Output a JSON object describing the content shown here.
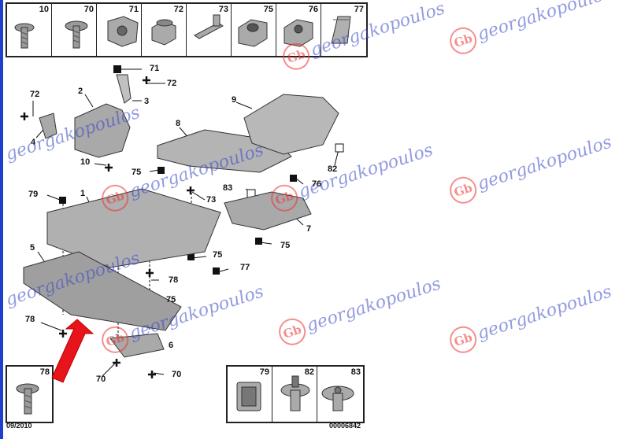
{
  "top_table": {
    "labels": [
      "10",
      "70",
      "71",
      "72",
      "73",
      "75",
      "76",
      "77"
    ]
  },
  "bottom_left_table": {
    "labels": [
      "78"
    ]
  },
  "bottom_right_table": {
    "labels": [
      "79",
      "82",
      "83"
    ]
  },
  "callouts": {
    "c71": "71",
    "c72a": "72",
    "c3": "3",
    "c2": "2",
    "c72b": "72",
    "c4": "4",
    "c10": "10",
    "c8": "8",
    "c9": "9",
    "c75a": "75",
    "c76": "76",
    "c82": "82",
    "c83": "83",
    "c79": "79",
    "c1": "1",
    "c73": "73",
    "c7": "7",
    "c75b": "75",
    "c75c": "75",
    "c5": "5",
    "c77": "77",
    "c78a": "78",
    "c75d": "75",
    "c78b": "78",
    "c6": "6",
    "c70a": "70",
    "c70b": "70"
  },
  "footer": {
    "date": "09/2010",
    "code": "00006842"
  },
  "watermark": {
    "text": "georgakopoulos",
    "logo": "Gb",
    "color": "#3a48c8"
  },
  "colors": {
    "arrow": "#e8141b",
    "border_accent": "#1e3fd0"
  }
}
